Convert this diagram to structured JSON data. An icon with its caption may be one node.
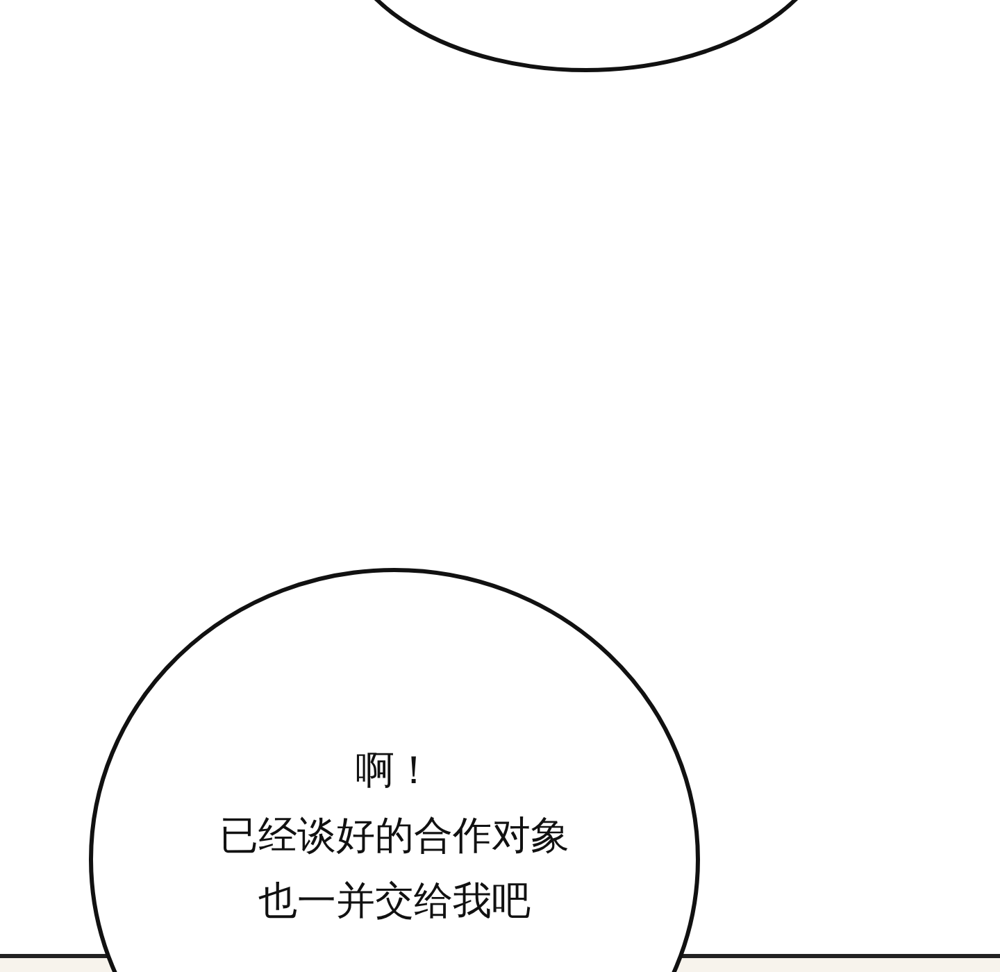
{
  "diagram": {
    "nodes": [
      {
        "text": [],
        "shape": "circle"
      },
      {
        "text": [
          "啊！",
          "已经谈好的合作对象也一并交给我吧"
        ]
      }
    ]
  }
}
